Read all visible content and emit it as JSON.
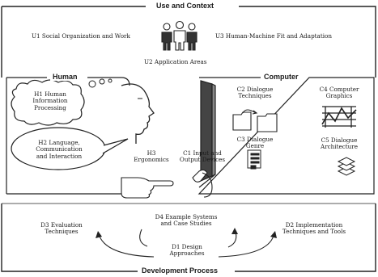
{
  "sections": {
    "context": "Use and Context",
    "human": "Human",
    "computer": "Computer",
    "development": "Development Process"
  },
  "nodes": {
    "u1": "U1 Social Organization and Work",
    "u2": "U2 Application Areas",
    "u3": "U3 Human-Machine Fit and Adaptation",
    "h1": [
      "H1 Human",
      "Information",
      "Processing"
    ],
    "h2": [
      "H2 Language,",
      "Communication",
      "and Interaction"
    ],
    "h3": [
      "H3",
      "Ergonomics"
    ],
    "c1": [
      "C1 Input and",
      "Output Devices"
    ],
    "c2": [
      "C2 Dialogue",
      "Techniques"
    ],
    "c3": [
      "C3 Dialogue",
      "Genre"
    ],
    "c4": [
      "C4 Computer",
      "Graphics"
    ],
    "c5": [
      "C5 Dialogue",
      "Architecture"
    ],
    "d1": [
      "D1 Design",
      "Approaches"
    ],
    "d2": [
      "D2 Implementation",
      "Techniques and Tools"
    ],
    "d3": [
      "D3 Evaluation",
      "Techniques"
    ],
    "d4": [
      "D4 Example Systems",
      "and Case Studies"
    ]
  },
  "icons": [
    "people-icon",
    "head-silhouette-icon",
    "hand-icon",
    "monitor-icon",
    "folders-icon",
    "form-icon",
    "mouse-icon",
    "graphics-chart-icon",
    "layers-icon"
  ]
}
